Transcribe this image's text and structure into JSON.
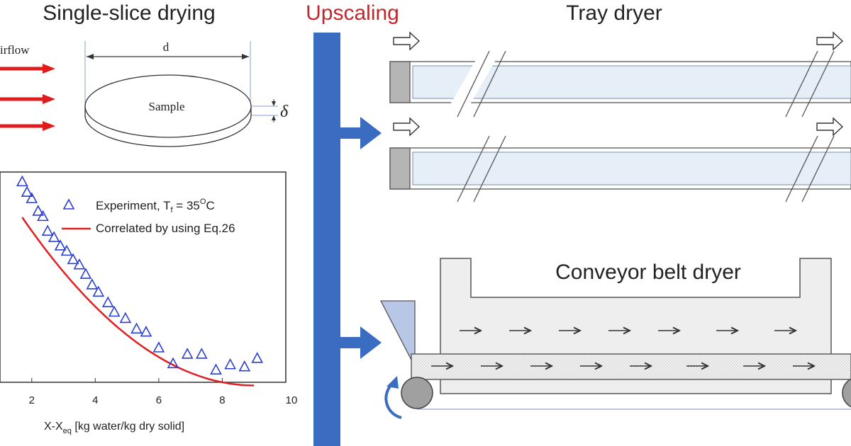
{
  "left_panel": {
    "title": "Single-slice drying",
    "airflow_label": "irflow",
    "diameter_label": "d",
    "sample_label": "Sample",
    "thickness_label": "δ"
  },
  "center": {
    "upscaling_label": "Upscaling",
    "accent_color": "#c0282d",
    "bar_color": "#3a6cc1"
  },
  "tray": {
    "title": "Tray dryer"
  },
  "belt": {
    "title": "Conveyor belt dryer"
  },
  "chart_data": {
    "type": "scatter",
    "xlabel_main": "X-X",
    "xlabel_sub": "eq",
    "xlabel_rest": " [kg water/kg dry solid]",
    "x_ticks": [
      "2",
      "4",
      "6",
      "8",
      "10"
    ],
    "xlim": [
      1,
      10
    ],
    "ylim": [
      0,
      1
    ],
    "legend": {
      "experiment_prefix": "Experiment, T",
      "experiment_sub": "f",
      "experiment_value": " = 35",
      "experiment_sup": "O",
      "experiment_unit": "C",
      "correlated": "Correlated by using Eq.26"
    },
    "series": [
      {
        "name": "Experiment",
        "marker": "triangle",
        "color": "#2b3fcf",
        "x": [
          1.7,
          1.85,
          2.0,
          2.2,
          2.35,
          2.5,
          2.7,
          2.9,
          3.1,
          3.3,
          3.5,
          3.7,
          3.9,
          4.1,
          4.4,
          4.6,
          4.95,
          5.3,
          5.6,
          6.0,
          6.45,
          6.9,
          7.35,
          7.8,
          8.25,
          8.7,
          9.1
        ],
        "y": [
          0.955,
          0.905,
          0.875,
          0.815,
          0.79,
          0.72,
          0.69,
          0.65,
          0.625,
          0.585,
          0.56,
          0.515,
          0.465,
          0.43,
          0.38,
          0.335,
          0.305,
          0.255,
          0.24,
          0.165,
          0.09,
          0.135,
          0.135,
          0.06,
          0.085,
          0.075,
          0.115
        ]
      },
      {
        "name": "Correlated",
        "color": "#e02020",
        "curve": "quadratic",
        "coefficients": [
          1.2,
          -0.27,
          0.015
        ],
        "x_range": [
          1.7,
          9.0
        ]
      }
    ]
  }
}
